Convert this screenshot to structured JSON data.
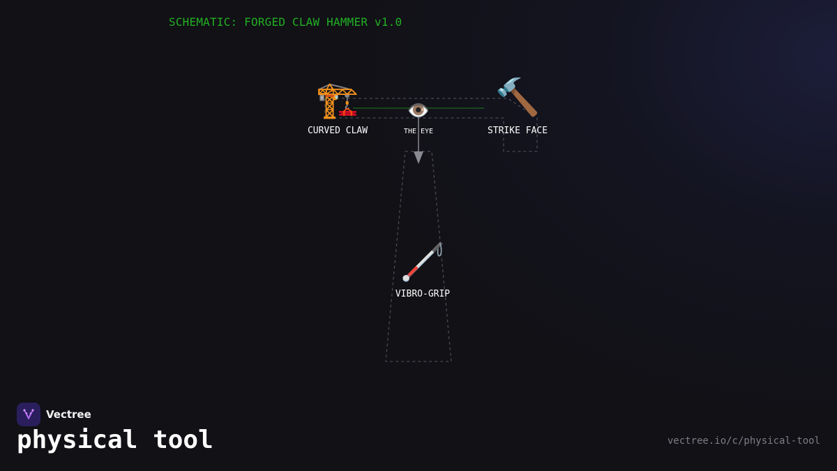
{
  "schematic": {
    "title": "SCHEMATIC: FORGED CLAW HAMMER v1.0"
  },
  "nodes": {
    "claw": {
      "icon": "construction-crane-icon",
      "glyph": "🏗️",
      "label": "CURVED CLAW"
    },
    "face": {
      "icon": "hammer-icon",
      "glyph": "🔨",
      "label": "STRIKE FACE"
    },
    "eye": {
      "icon": "eye-icon",
      "glyph": "👁️",
      "label": "THE EYE"
    },
    "grip": {
      "icon": "probing-cane-icon",
      "glyph": "🦯",
      "label": "VIBRO-GRIP"
    }
  },
  "colors": {
    "background": "#111116",
    "title_green": "#22b023",
    "outline": "#4a4a52",
    "connector_green": "#1f7a20",
    "arrow": "#9a9aa2",
    "brand_purple": "#2a1f5c"
  },
  "footer": {
    "brand_name": "Vectree",
    "page_title": "physical tool",
    "url": "vectree.io/c/physical-tool"
  }
}
